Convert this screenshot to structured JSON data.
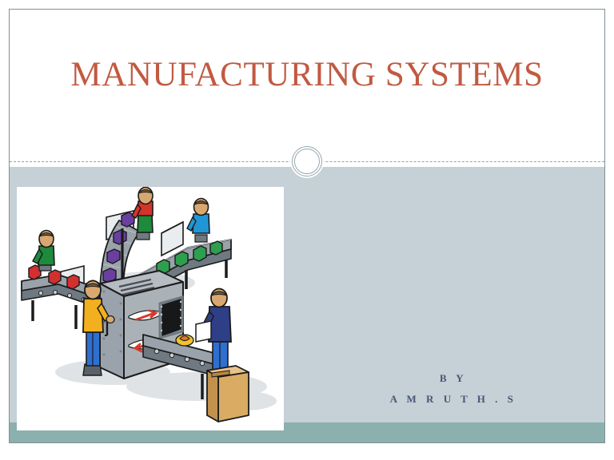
{
  "slide": {
    "title": "MANUFACTURING SYSTEMS",
    "subtitle_lines": [
      "B Y",
      "A M R U T H . S"
    ],
    "colors": {
      "title_red": "#c15a41",
      "body_band": "#c5d0d7",
      "footer_band": "#8bb0ae",
      "subtitle_text": "#465874",
      "divider": "#8fa4ad",
      "slide_border": "#7f9098",
      "background": "#ffffff"
    },
    "illustration": {
      "name": "manufacturing-assembly-line-clipart",
      "description": "Isometric clipart of a factory assembly line: three conveyor belts feeding a central grey processing machine, five workers, coloured products and a cardboard box",
      "worker_shirt_colors": [
        "#1e8a3c",
        "#d4342a",
        "#2196d6",
        "#f2b01e",
        "#2e3f87"
      ],
      "product_colors": [
        "#d32f2f",
        "#6a3fa0",
        "#2e9e4f"
      ],
      "machine_color": "#9aa3ab",
      "box_color": "#d9ab63",
      "shadow_color": "#d8dde0"
    }
  }
}
